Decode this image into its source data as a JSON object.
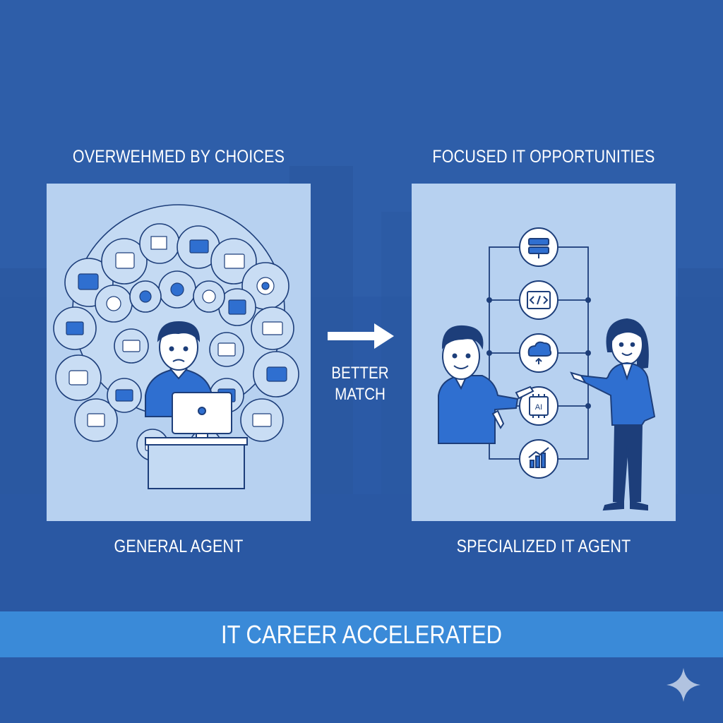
{
  "left": {
    "heading": "OVERWEHMED BY CHOICES",
    "caption": "GENERAL AGENT",
    "icons": [
      "chef-hat-icon",
      "factory-icon",
      "briefcase-icon",
      "map-pin-icon",
      "lightbulb-icon",
      "chart-icon",
      "gear-icon",
      "target-icon",
      "video-icon",
      "document-icon",
      "network-icon",
      "user-icon",
      "chat-icon",
      "cloud-icon",
      "truck-icon",
      "globe-icon"
    ]
  },
  "middle": {
    "label_line1": "BETTER",
    "label_line2": "MATCH"
  },
  "right": {
    "heading": "FOCUSED IT OPPORTUNITIES",
    "caption": "SPECIALIZED IT AGENT",
    "chip_label": "AI",
    "nodes": [
      "server-icon",
      "code-icon",
      "cloud-upload-icon",
      "ai-chip-icon",
      "growth-chart-icon"
    ]
  },
  "banner": {
    "text": "IT CAREER ACCELERATED"
  },
  "colors": {
    "background": "#2b5aa6",
    "panel": "#b7d1f0",
    "banner": "#3a8ad8",
    "accent_blue": "#2f6fd0",
    "dark_line": "#1d3e7a"
  }
}
